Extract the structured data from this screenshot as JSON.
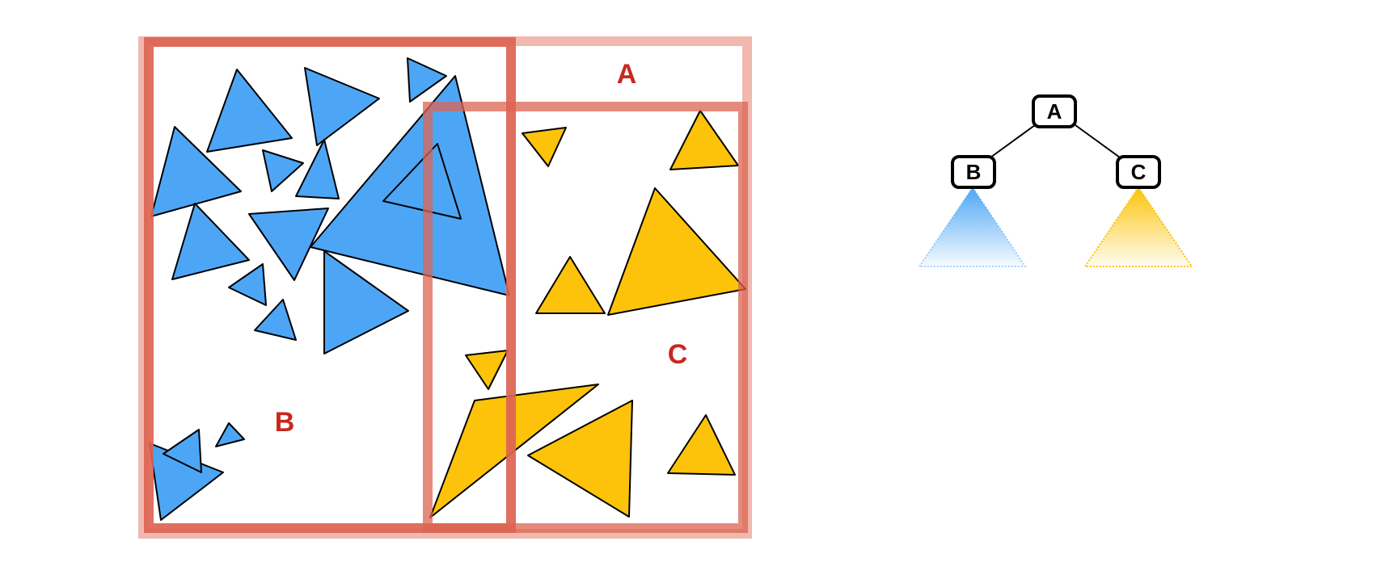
{
  "colors": {
    "box_outer": "#f0b8ae",
    "box_b": "#dc6452",
    "box_c": "#e0877a",
    "label_red": "#c8281e",
    "tri_blue": "#4da6f5",
    "tri_yellow": "#fcc30a",
    "stroke": "#000000"
  },
  "scene": {
    "label_a": "A",
    "label_b": "B",
    "label_c": "C"
  },
  "tree": {
    "root": "A",
    "left": "B",
    "right": "C"
  }
}
